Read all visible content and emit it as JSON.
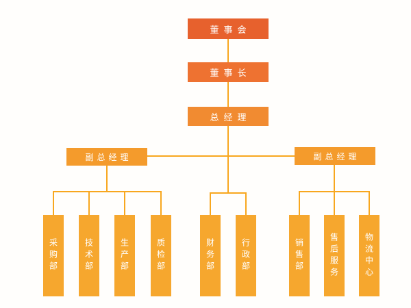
{
  "org_chart": {
    "nodes": {
      "board": {
        "label": "董事会"
      },
      "chairman": {
        "label": "董事长"
      },
      "general_manager": {
        "label": "总经理"
      },
      "deputy_left": {
        "label": "副总经理"
      },
      "deputy_right": {
        "label": "副总经理"
      },
      "departments": [
        {
          "label": "采购部",
          "group": "left"
        },
        {
          "label": "技术部",
          "group": "left"
        },
        {
          "label": "生产部",
          "group": "left"
        },
        {
          "label": "质检部",
          "group": "left"
        },
        {
          "label": "财务部",
          "group": "middle"
        },
        {
          "label": "行政部",
          "group": "middle"
        },
        {
          "label": "销售部",
          "group": "right"
        },
        {
          "label": "售后服务",
          "group": "right"
        },
        {
          "label": "物流中心",
          "group": "right"
        }
      ]
    },
    "colors": {
      "level1_box": "#e7612d",
      "level2_box": "#ee7231",
      "level3_box": "#f18b31",
      "level4_box": "#f49b2c",
      "department_box": "#f6a72e",
      "connector_line": "#f8a71e",
      "text": "#ffffff",
      "background": "#fffefc"
    }
  }
}
